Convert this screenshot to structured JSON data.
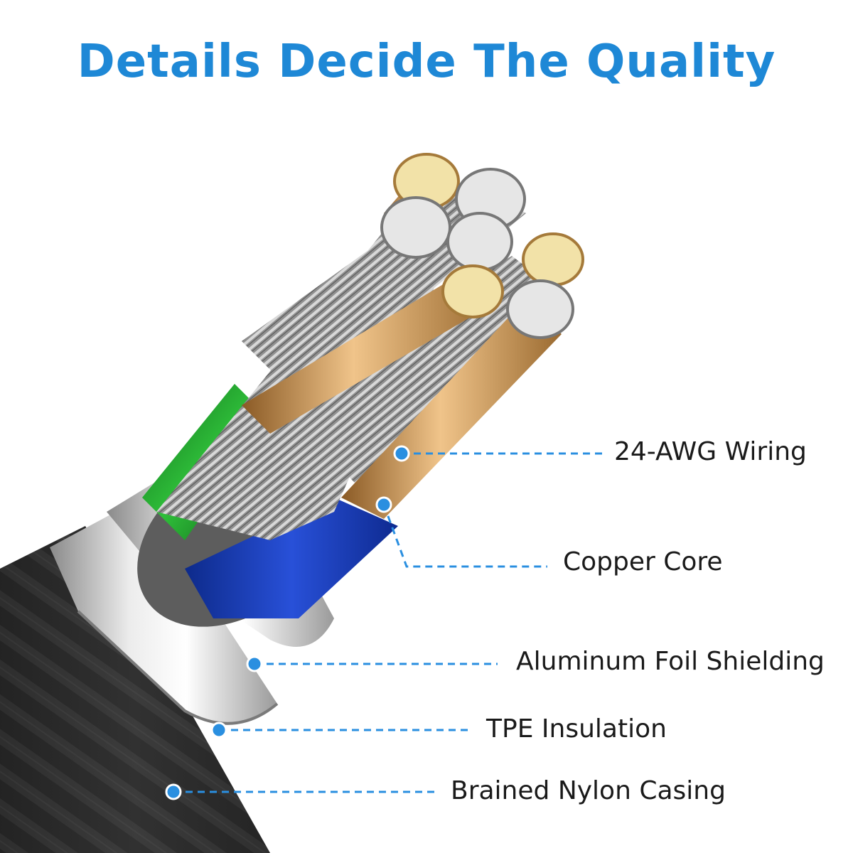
{
  "heading": "Details Decide The Quality",
  "colors": {
    "accent": "#1e88d6",
    "leader": "#2a8fe0",
    "label_text": "#1a1a1a",
    "green_insulation": "#1f9a2a",
    "blue_insulation": "#1a3fc0",
    "copper": "#d59a55",
    "braid": "#2a2a2a"
  },
  "callouts": [
    {
      "id": "wiring",
      "label": "24-AWG Wiring"
    },
    {
      "id": "copper",
      "label": "Copper Core"
    },
    {
      "id": "foil",
      "label": "Aluminum Foil Shielding"
    },
    {
      "id": "tpe",
      "label": "TPE Insulation"
    },
    {
      "id": "nylon",
      "label": "Brained Nylon Casing"
    }
  ]
}
